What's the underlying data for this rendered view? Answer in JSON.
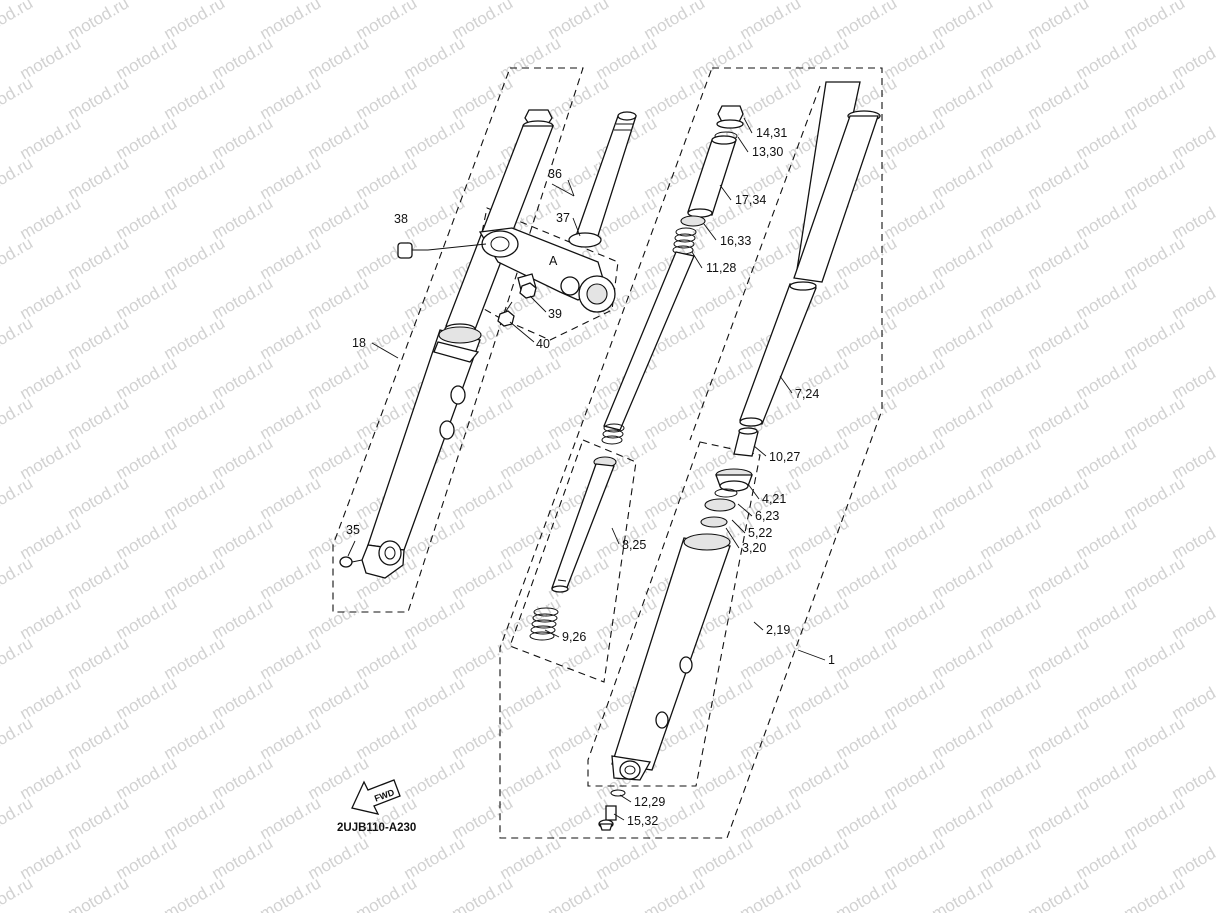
{
  "watermark": "motod.ru",
  "diagram_code": "2UJB110-A230",
  "fwd_label": "FWD",
  "callouts": [
    {
      "id": "14-31",
      "text": "14,31"
    },
    {
      "id": "13-30",
      "text": "13,30"
    },
    {
      "id": "17-34",
      "text": "17,34"
    },
    {
      "id": "16-33",
      "text": "16,33"
    },
    {
      "id": "11-28",
      "text": "11,28"
    },
    {
      "id": "7-24",
      "text": "7,24"
    },
    {
      "id": "10-27",
      "text": "10,27"
    },
    {
      "id": "4-21",
      "text": "4,21"
    },
    {
      "id": "6-23",
      "text": "6,23"
    },
    {
      "id": "5-22",
      "text": "5,22"
    },
    {
      "id": "3-20",
      "text": "3,20"
    },
    {
      "id": "8-25",
      "text": "8,25"
    },
    {
      "id": "9-26",
      "text": "9,26"
    },
    {
      "id": "2-19",
      "text": "2,19"
    },
    {
      "id": "1",
      "text": "1"
    },
    {
      "id": "12-29",
      "text": "12,29"
    },
    {
      "id": "15-32",
      "text": "15,32"
    },
    {
      "id": "36",
      "text": "36"
    },
    {
      "id": "37",
      "text": "37"
    },
    {
      "id": "38",
      "text": "38"
    },
    {
      "id": "39",
      "text": "39"
    },
    {
      "id": "40",
      "text": "40"
    },
    {
      "id": "18",
      "text": "18"
    },
    {
      "id": "35",
      "text": "35"
    }
  ]
}
